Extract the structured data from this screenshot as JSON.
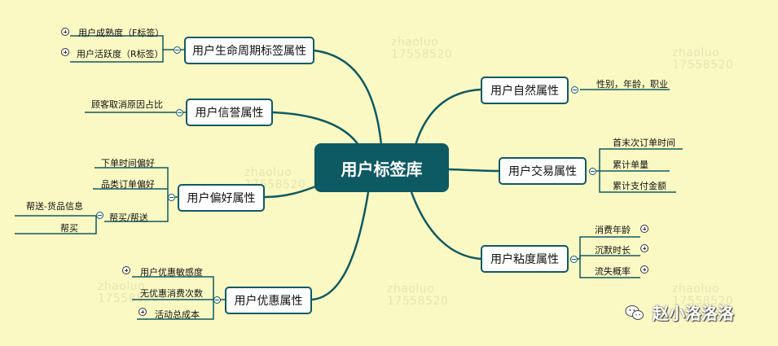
{
  "root": "用户标签库",
  "branches": {
    "lifecycle": {
      "label": "用户生命周期标签属性",
      "leaves": [
        "用户成熟度（F标签）",
        "用户活跃度（R标签）"
      ]
    },
    "credit": {
      "label": "用户信誉属性",
      "leaves": [
        "顾客取消原因占比"
      ]
    },
    "preference": {
      "label": "用户偏好属性",
      "leaves": [
        "下单时间偏好",
        "品类订单偏好",
        "帮买/帮送"
      ],
      "sub": [
        "帮送-货品信息",
        "帮买"
      ]
    },
    "discount": {
      "label": "用户优惠属性",
      "leaves": [
        "用户优惠敏感度",
        "无优惠消费次数",
        "活动总成本"
      ]
    },
    "natural": {
      "label": "用户自然属性",
      "leaves": [
        "性别，年龄，职业"
      ]
    },
    "trade": {
      "label": "用户交易属性",
      "leaves": [
        "首末次订单时间",
        "累计单量",
        "累计支付金额"
      ]
    },
    "stickiness": {
      "label": "用户粘度属性",
      "leaves": [
        "消费年龄",
        "沉默时长",
        "流失概率"
      ]
    }
  },
  "watermark": {
    "line1": "zhaoluo",
    "line2": "17558520"
  },
  "footer": {
    "text": "赵小洛洛洛"
  },
  "colors": {
    "background": "#fbf9c3",
    "node": "#0e5a63",
    "line": "#0e5a63"
  }
}
